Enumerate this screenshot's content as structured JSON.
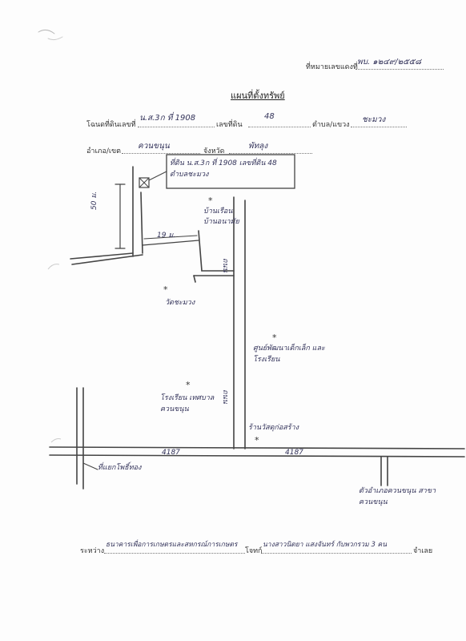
{
  "header": {
    "sign_no_label": "ที่หมายเลขแดงที่",
    "sign_no_value": "พบ. ๑๒๔๙/๒๕๕๘",
    "title": "แผนที่ตั้งทรัพย์"
  },
  "fields": {
    "deed_label": "โฉนดที่ดินเลขที่",
    "deed_value": "น.ส.3ก ที่ 1908",
    "land_no_label": "เลขที่ดิน",
    "land_no_value": "48",
    "subdistrict_label": "ตำบล/แขวง",
    "subdistrict_value": "ชะมวง",
    "district_label": "อำเภอ/เขต",
    "district_value": "ควนขนุน",
    "province_label": "จังหวัด",
    "province_value": "พัทลุง"
  },
  "map_labels": {
    "property_box": "ที่ดิน น.ส.3ก ที่ 1908 เลขที่ดิน 48 ตำบลชะมวง",
    "dist_vertical": "50 ม.",
    "dist_horizontal": "19 ม.",
    "road_label_top": "ถนน",
    "road_label_bottom": "ถนน",
    "road_h_left": "4187",
    "road_h_right": "4187",
    "place_top": "บ้านเรือน บ้านอนามัย",
    "place_temple": "วัดชะมวง",
    "place_health": "ศูนย์พัฒนาเด็กเล็ก และโรงเรียน",
    "place_school": "โรงเรียน เทศบาลควนขนุน",
    "place_shop": "ร้านวัสดุก่อสร้าง",
    "place_bottom_left": "ที่แยกโพธิ์ทอง",
    "place_bottom_right": "ตัวอำเภอควนขนุน สาขาควนขนุน"
  },
  "footer": {
    "between_label": "ระหว่าง",
    "plaintiff_value": "ธนาคารเพื่อการเกษตรและสหกรณ์การเกษตร",
    "plaintiff_label": "โจทก์",
    "defendant_value": "นางสาวนิตยา แสงจันทร์ กับพวกรวม 3 คน",
    "defendant_label": "จำเลย"
  }
}
